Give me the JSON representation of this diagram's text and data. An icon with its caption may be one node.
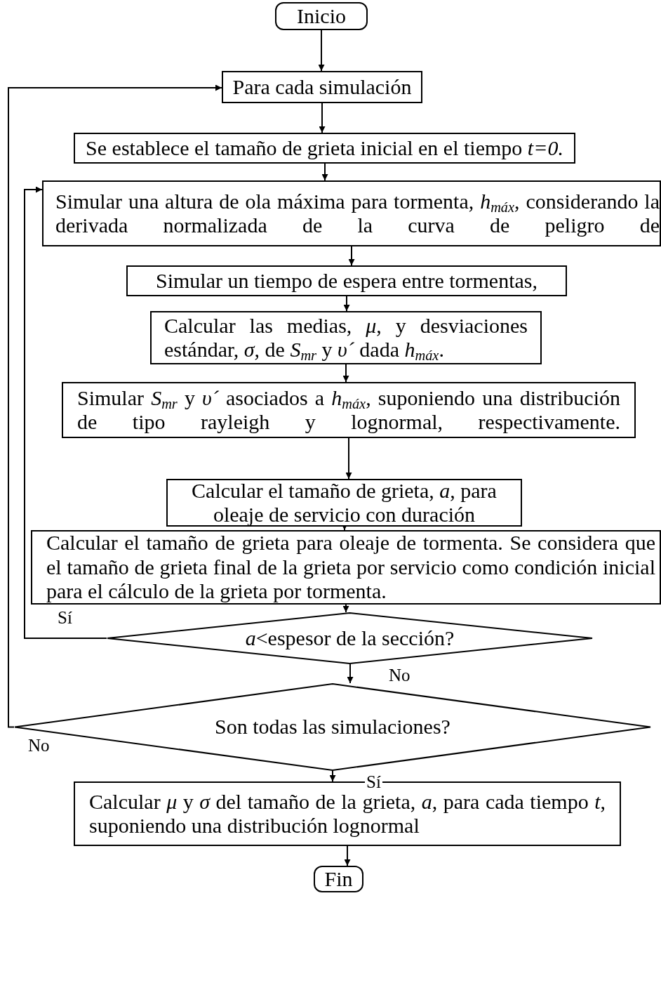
{
  "diagram": {
    "nodes": [
      {
        "text": [
          "Inicio"
        ]
      },
      {
        "text": [
          "Para cada simulación"
        ]
      },
      {
        "text": [
          "Se establece el tamaño de grieta inicial en el tiempo *t=0.*"
        ]
      },
      {
        "text": [
          "Simular una altura de ola máxima para tormenta, *h*$_{máx}$, considerando la derivada normalizada de la curva de peligro de"
        ]
      },
      {
        "text": [
          "Simular un tiempo de espera entre tormentas,"
        ]
      },
      {
        "text": [
          "Calcular las medias, *μ*, y desviaciones estándar, *σ*, de *S*$_{mr}$ y *υ´* dada *h*$_{máx}$."
        ]
      },
      {
        "text": [
          "Simular *S*$_{mr}$ y *υ´* asociados a *h*$_{máx}$, suponiendo una distribución de tipo rayleigh y lognormal, respectivamente."
        ]
      },
      {
        "text": [
          "Calcular el tamaño de grieta, *a*, para oleaje de servicio con duración"
        ]
      },
      {
        "text": [
          "Calcular el tamaño de grieta para oleaje de tormenta. Se considera que el tamaño de grieta final de la grieta por servicio como condición inicial para el cálculo de la grieta por tormenta."
        ]
      },
      {
        "text": [
          "*a*<espesor de la sección?"
        ]
      },
      {
        "text": [
          "Son todas las simulaciones?"
        ]
      },
      {
        "text": [
          "Calcular *μ* y *σ* del tamaño de la grieta, *a*, para cada tiempo *t*, suponiendo una distribución lognormal"
        ]
      },
      {
        "text": [
          "Fin"
        ]
      }
    ],
    "edges": [
      {
        "from": 0,
        "to": 1,
        "arrow": "to"
      },
      {
        "from": 1,
        "to": 2,
        "arrow": "to"
      },
      {
        "from": 2,
        "to": 3,
        "arrow": "to"
      },
      {
        "from": 3,
        "to": 4,
        "arrow": "to"
      },
      {
        "from": 4,
        "to": 5,
        "arrow": "to"
      },
      {
        "from": 5,
        "to": 6,
        "arrow": "to"
      },
      {
        "from": 6,
        "to": 7,
        "arrow": "to"
      },
      {
        "from": 7,
        "to": 8,
        "arrow": "to"
      },
      {
        "from": 8,
        "to": 9,
        "arrow": "to"
      },
      {
        "from": 9,
        "to": 3,
        "arrow": "to",
        "label": "Sí"
      },
      {
        "from": 9,
        "to": 10,
        "arrow": "to",
        "label": "No"
      },
      {
        "from": 10,
        "to": 1,
        "arrow": "to",
        "label": "No"
      },
      {
        "from": 10,
        "to": 11,
        "arrow": "to",
        "label": "Sí"
      },
      {
        "from": 11,
        "to": 12,
        "arrow": "to"
      }
    ]
  }
}
